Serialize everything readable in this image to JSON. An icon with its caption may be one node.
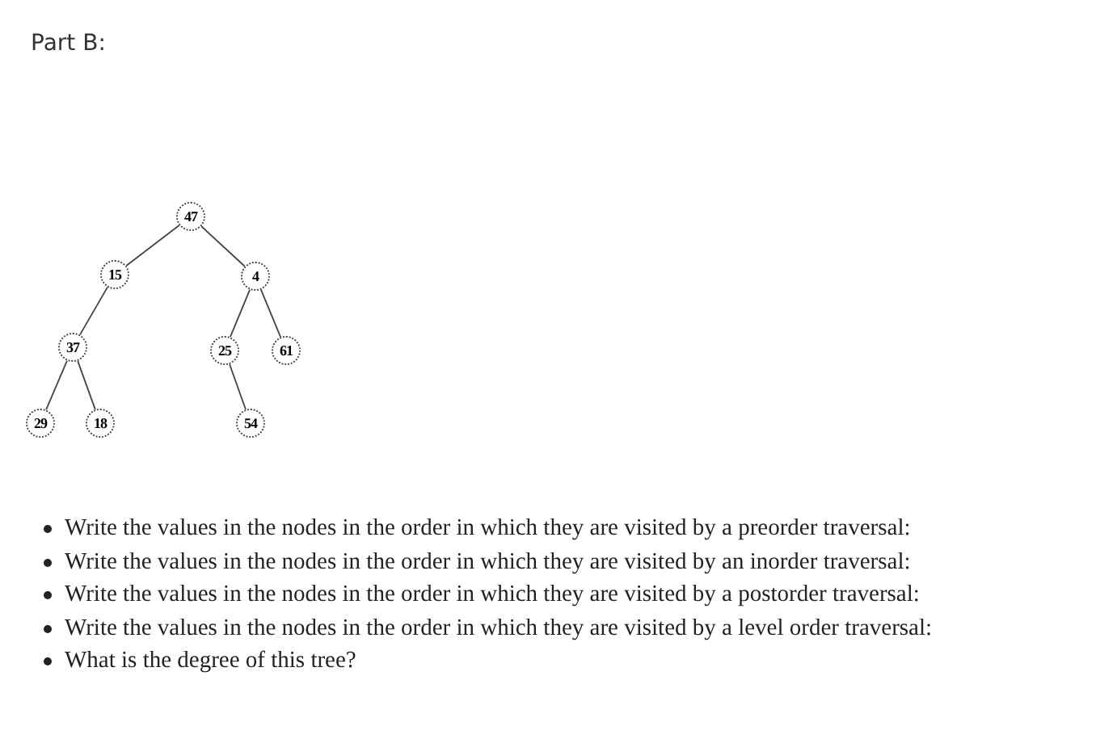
{
  "diagram": {
    "title": "Part B:",
    "nodes": [
      {
        "text": [
          "47"
        ]
      },
      {
        "text": [
          "15"
        ]
      },
      {
        "text": [
          "4"
        ]
      },
      {
        "text": [
          "37"
        ]
      },
      {
        "text": [
          "25"
        ]
      },
      {
        "text": [
          "61"
        ]
      },
      {
        "text": [
          "29"
        ]
      },
      {
        "text": [
          "18"
        ]
      },
      {
        "text": [
          "54"
        ]
      }
    ],
    "edges": [
      {
        "from": 0,
        "to": 1,
        "arrow": "none"
      },
      {
        "from": 0,
        "to": 2,
        "arrow": "none"
      },
      {
        "from": 1,
        "to": 3,
        "arrow": "none"
      },
      {
        "from": 2,
        "to": 4,
        "arrow": "none"
      },
      {
        "from": 2,
        "to": 5,
        "arrow": "none"
      },
      {
        "from": 3,
        "to": 6,
        "arrow": "none"
      },
      {
        "from": 3,
        "to": 7,
        "arrow": "none"
      },
      {
        "from": 4,
        "to": 8,
        "arrow": "none"
      }
    ],
    "labels": [
      "Write the values in the nodes in the order in which they are visited by a preorder traversal:",
      "Write the values in the nodes in the order in which they are visited by an inorder traversal:",
      "Write the values in the nodes in the order in which they are visited by a postorder traversal:",
      "Write the values in the nodes in the order in which they are visited by a level order traversal:",
      "What is the degree of this tree?"
    ]
  }
}
